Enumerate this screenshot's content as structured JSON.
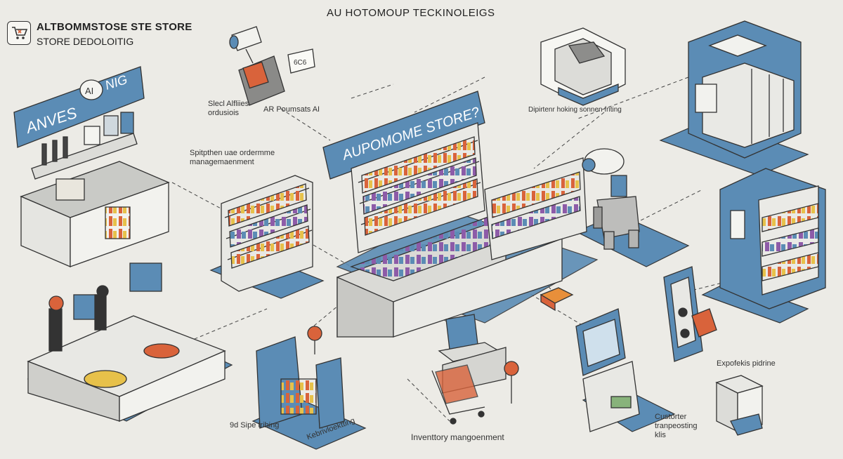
{
  "header": {
    "title": "AU HOTOMOUP TECKINOLEIGS",
    "brand_title": "ALTBOMMSTOSE STE STORE",
    "brand_subtitle": "STORE DEDOLOITIG"
  },
  "signs": {
    "left_sign": "ANVES",
    "left_sign_ai": "AI",
    "left_sign_suffix": "NIG",
    "center_sign": "AUPOMOME STORE?"
  },
  "labels": {
    "camera_display": "6C6",
    "smart_shelves": "Slecl Alfliies\nordusiois",
    "ar_products": "AR Poumsats AI",
    "shelf_management": "Spitpthen uae ordermme\nmanagemaenment",
    "dispatch_tracking": "Dipirtenr hoking sonnen friting",
    "expressing_pickup": "Expofekis pidrine",
    "customer_kiosk": "Custorter\ntranpeosting\nklis",
    "inventory": "Inventtory mangoenment",
    "self_checkout": "Kebrivloektting",
    "pickup_bins": "9d Sipe trihing"
  },
  "colors": {
    "accent": "#5b8cb5",
    "accent_dark": "#3f6d95",
    "line": "#333333",
    "background": "#ecebe6",
    "highlight": "#d9633b"
  },
  "icons": [
    "cart-icon",
    "security-camera-icon",
    "robot-icon",
    "kiosk-icon",
    "laptop-icon",
    "shopping-cart-icon",
    "vending-machine-icon",
    "package-icon"
  ]
}
